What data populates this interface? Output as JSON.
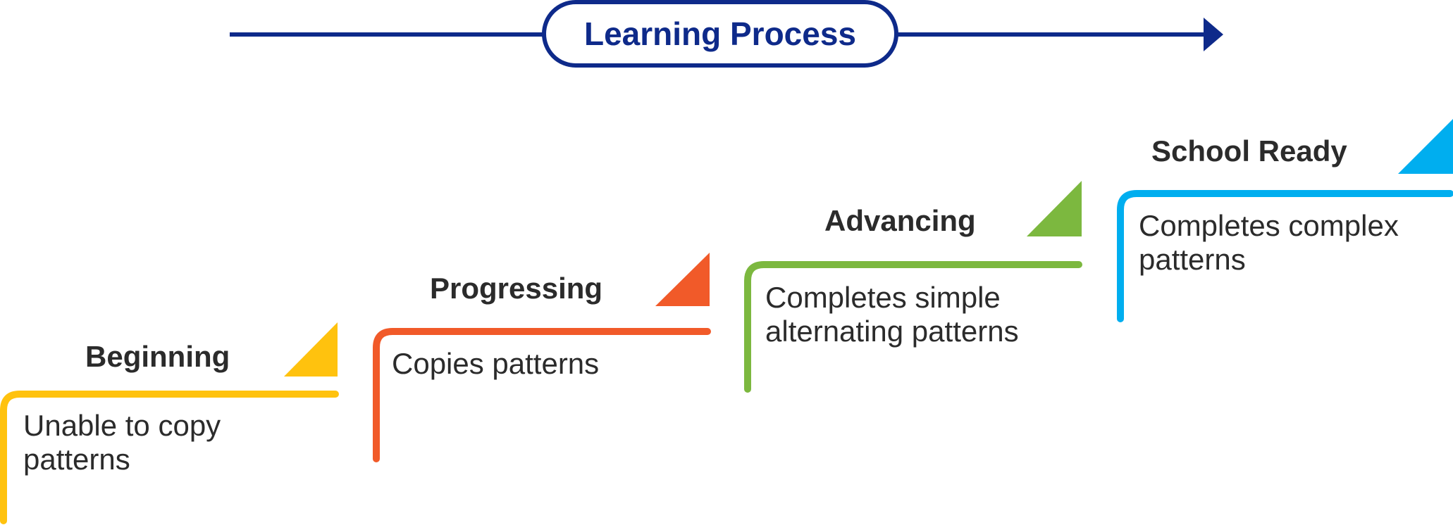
{
  "header": {
    "title": "Learning Process",
    "color": "#0e2a8a"
  },
  "stages": [
    {
      "title": "Beginning",
      "description": "Unable to copy\npatterns",
      "color": "#ffc20e"
    },
    {
      "title": "Progressing",
      "description": "Copies patterns",
      "color": "#f15a29"
    },
    {
      "title": "Advancing",
      "description": "Completes simple\nalternating patterns",
      "color": "#7cb83f"
    },
    {
      "title": "School Ready",
      "description": "Completes complex\npatterns",
      "color": "#00aeef"
    }
  ]
}
